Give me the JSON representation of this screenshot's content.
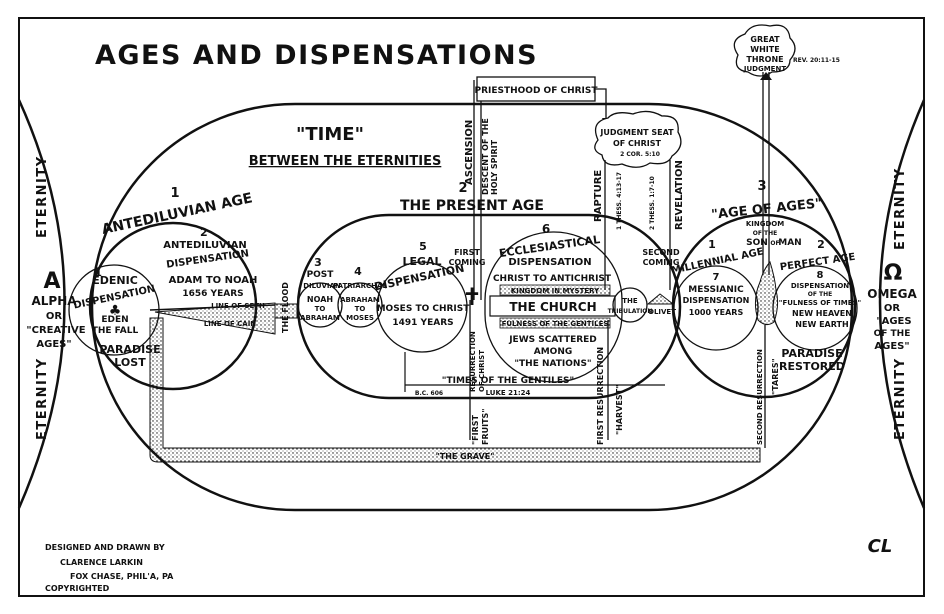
{
  "title": "Ages and Dispensations",
  "time_title": "\"Time\"",
  "time_subtitle": "Between The Eternities",
  "present_age": "The Present Age",
  "priesthood": "Priesthood Of Christ",
  "judgment_seat": [
    "Judgment Seat",
    "Of Christ",
    "2 Cor. 5:10"
  ],
  "great_white_throne": [
    "Great",
    "White",
    "Throne",
    "Judgment"
  ],
  "rev_ref": "Rev. 20:11-15",
  "left": {
    "eternity_top": "Eternity",
    "eternity_bottom": "Eternity",
    "alpha_symbol": "A",
    "lines": [
      "Alpha",
      "or",
      "\"Creative",
      "Ages\""
    ]
  },
  "right": {
    "eternity_top": "Eternity",
    "eternity_bottom": "Eternity",
    "omega_symbol": "Ω",
    "lines": [
      "Omega",
      "or",
      "\"Ages",
      "of the",
      "Ages\""
    ]
  },
  "antediluvian": {
    "num": "1",
    "title": "Antediluvian Age",
    "edenic": [
      "1",
      "Edenic",
      "Dispensation",
      "Eden",
      "The Fall"
    ],
    "paradise_lost": [
      "Paradise",
      "Lost"
    ],
    "disp_num": "2",
    "disp_title": [
      "Antediluvian",
      "Dispensation"
    ],
    "adam_noah": "Adam to Noah",
    "years": "1656 Years",
    "line_seth": "Line of Seth",
    "line_cain": "Line of Cain"
  },
  "flood": "The Flood",
  "post_diluvian": {
    "num3": "3",
    "post": "Post",
    "diluvian": "Diluvian",
    "noah_abraham": [
      "Noah",
      "to",
      "Abraham"
    ],
    "num4": "4",
    "patriarchal": "Patriarchal",
    "abraham_moses": [
      "Abraham",
      "to",
      "Moses"
    ]
  },
  "legal": {
    "num": "5",
    "title": [
      "Legal",
      "Dispensation"
    ],
    "range": "Moses to Christ",
    "years": "1491 Years"
  },
  "first_coming": [
    "First",
    "Coming"
  ],
  "ascension": [
    "2",
    "Ascension"
  ],
  "descent": [
    "Descent of the",
    "Holy Spirit"
  ],
  "resurrection_christ": [
    "Resurrection",
    "Of Christ"
  ],
  "first_fruits": [
    "\"First",
    "Fruits\""
  ],
  "ecclesiastical": {
    "num": "6",
    "title": [
      "Ecclesiastical",
      "Dispensation"
    ],
    "christ_antichrist": "Christ to Antichrist",
    "kingdom_mystery": "Kingdom in Mystery",
    "church": "The Church",
    "fulness_gentiles": "Fulness of the Gentiles",
    "jews": [
      "Jews Scattered",
      "Among",
      "\"The Nations\""
    ]
  },
  "times_gentiles": "\"Times Of The Gentiles\"",
  "bc606": "B.C. 606",
  "luke": "Luke 21:24",
  "tribulation": [
    "The",
    "Tribulation"
  ],
  "rapture": "Rapture",
  "thess1": "1 Thess. 4:13-17",
  "thess2": "2 Thess. 1:7-10",
  "revelation": "Revelation",
  "first_resurrection": "First Resurrection",
  "harvest": "\"Harvest\"",
  "second_coming": [
    "Second",
    "Coming"
  ],
  "olivet": "Olivet",
  "age_of_ages": {
    "num": "3",
    "title": "\"Age of Ages\"",
    "kingdom": [
      "Kingdom",
      "of the",
      "Son",
      "of",
      "Man"
    ],
    "mill_num": "1",
    "mill_title": "Millennial Age",
    "messianic_num": "7",
    "messianic": [
      "Messianic",
      "Dispensation",
      "1000 Years"
    ],
    "perfect_num": "2",
    "perfect_title": "Perfect Age",
    "fulness_num": "8",
    "fulness": [
      "Dispensation",
      "of the",
      "\"Fulness of Times\"",
      "New Heaven",
      "New Earth"
    ],
    "paradise_restored": [
      "Paradise",
      "Restored"
    ]
  },
  "second_resurrection": "Second Resurrection",
  "tares": "\"Tares\"",
  "grave": "\"The Grave\"",
  "credits": [
    "Designed and Drawn By",
    "Clarence Larkin",
    "Fox Chase, Phil'a, Pa",
    "Copyrighted"
  ],
  "monogram": "CL"
}
